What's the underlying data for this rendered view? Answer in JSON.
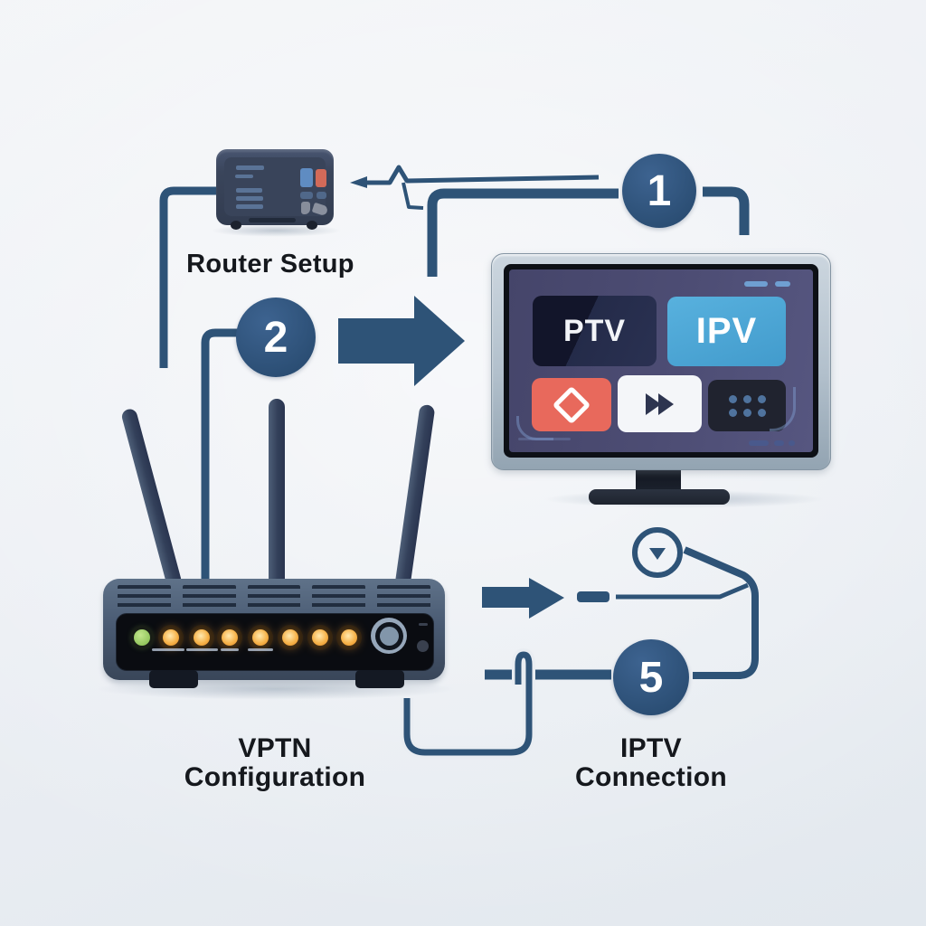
{
  "illustration": {
    "labels": {
      "router_setup": "Router Setup",
      "vpn_config_line1": "VPTN",
      "vpn_config_line2": "Configuration",
      "iptv_conn_line1": "IPTV",
      "iptv_conn_line2": "Connection"
    },
    "badges": {
      "step1": "1",
      "step2": "2",
      "step5": "5"
    },
    "tv_tiles": {
      "ptv": "PTV",
      "ipv": "IPV"
    },
    "colors": {
      "line": "#2e5377",
      "badge": "#2e5377",
      "tile_blue": "#4ca4d4",
      "tile_red": "#e8695c",
      "tile_dark": "#20232f",
      "screen": "#4c4c73",
      "led_green": "#9ccc5c",
      "led_amber": "#f5a93b",
      "text": "#15181d"
    }
  }
}
